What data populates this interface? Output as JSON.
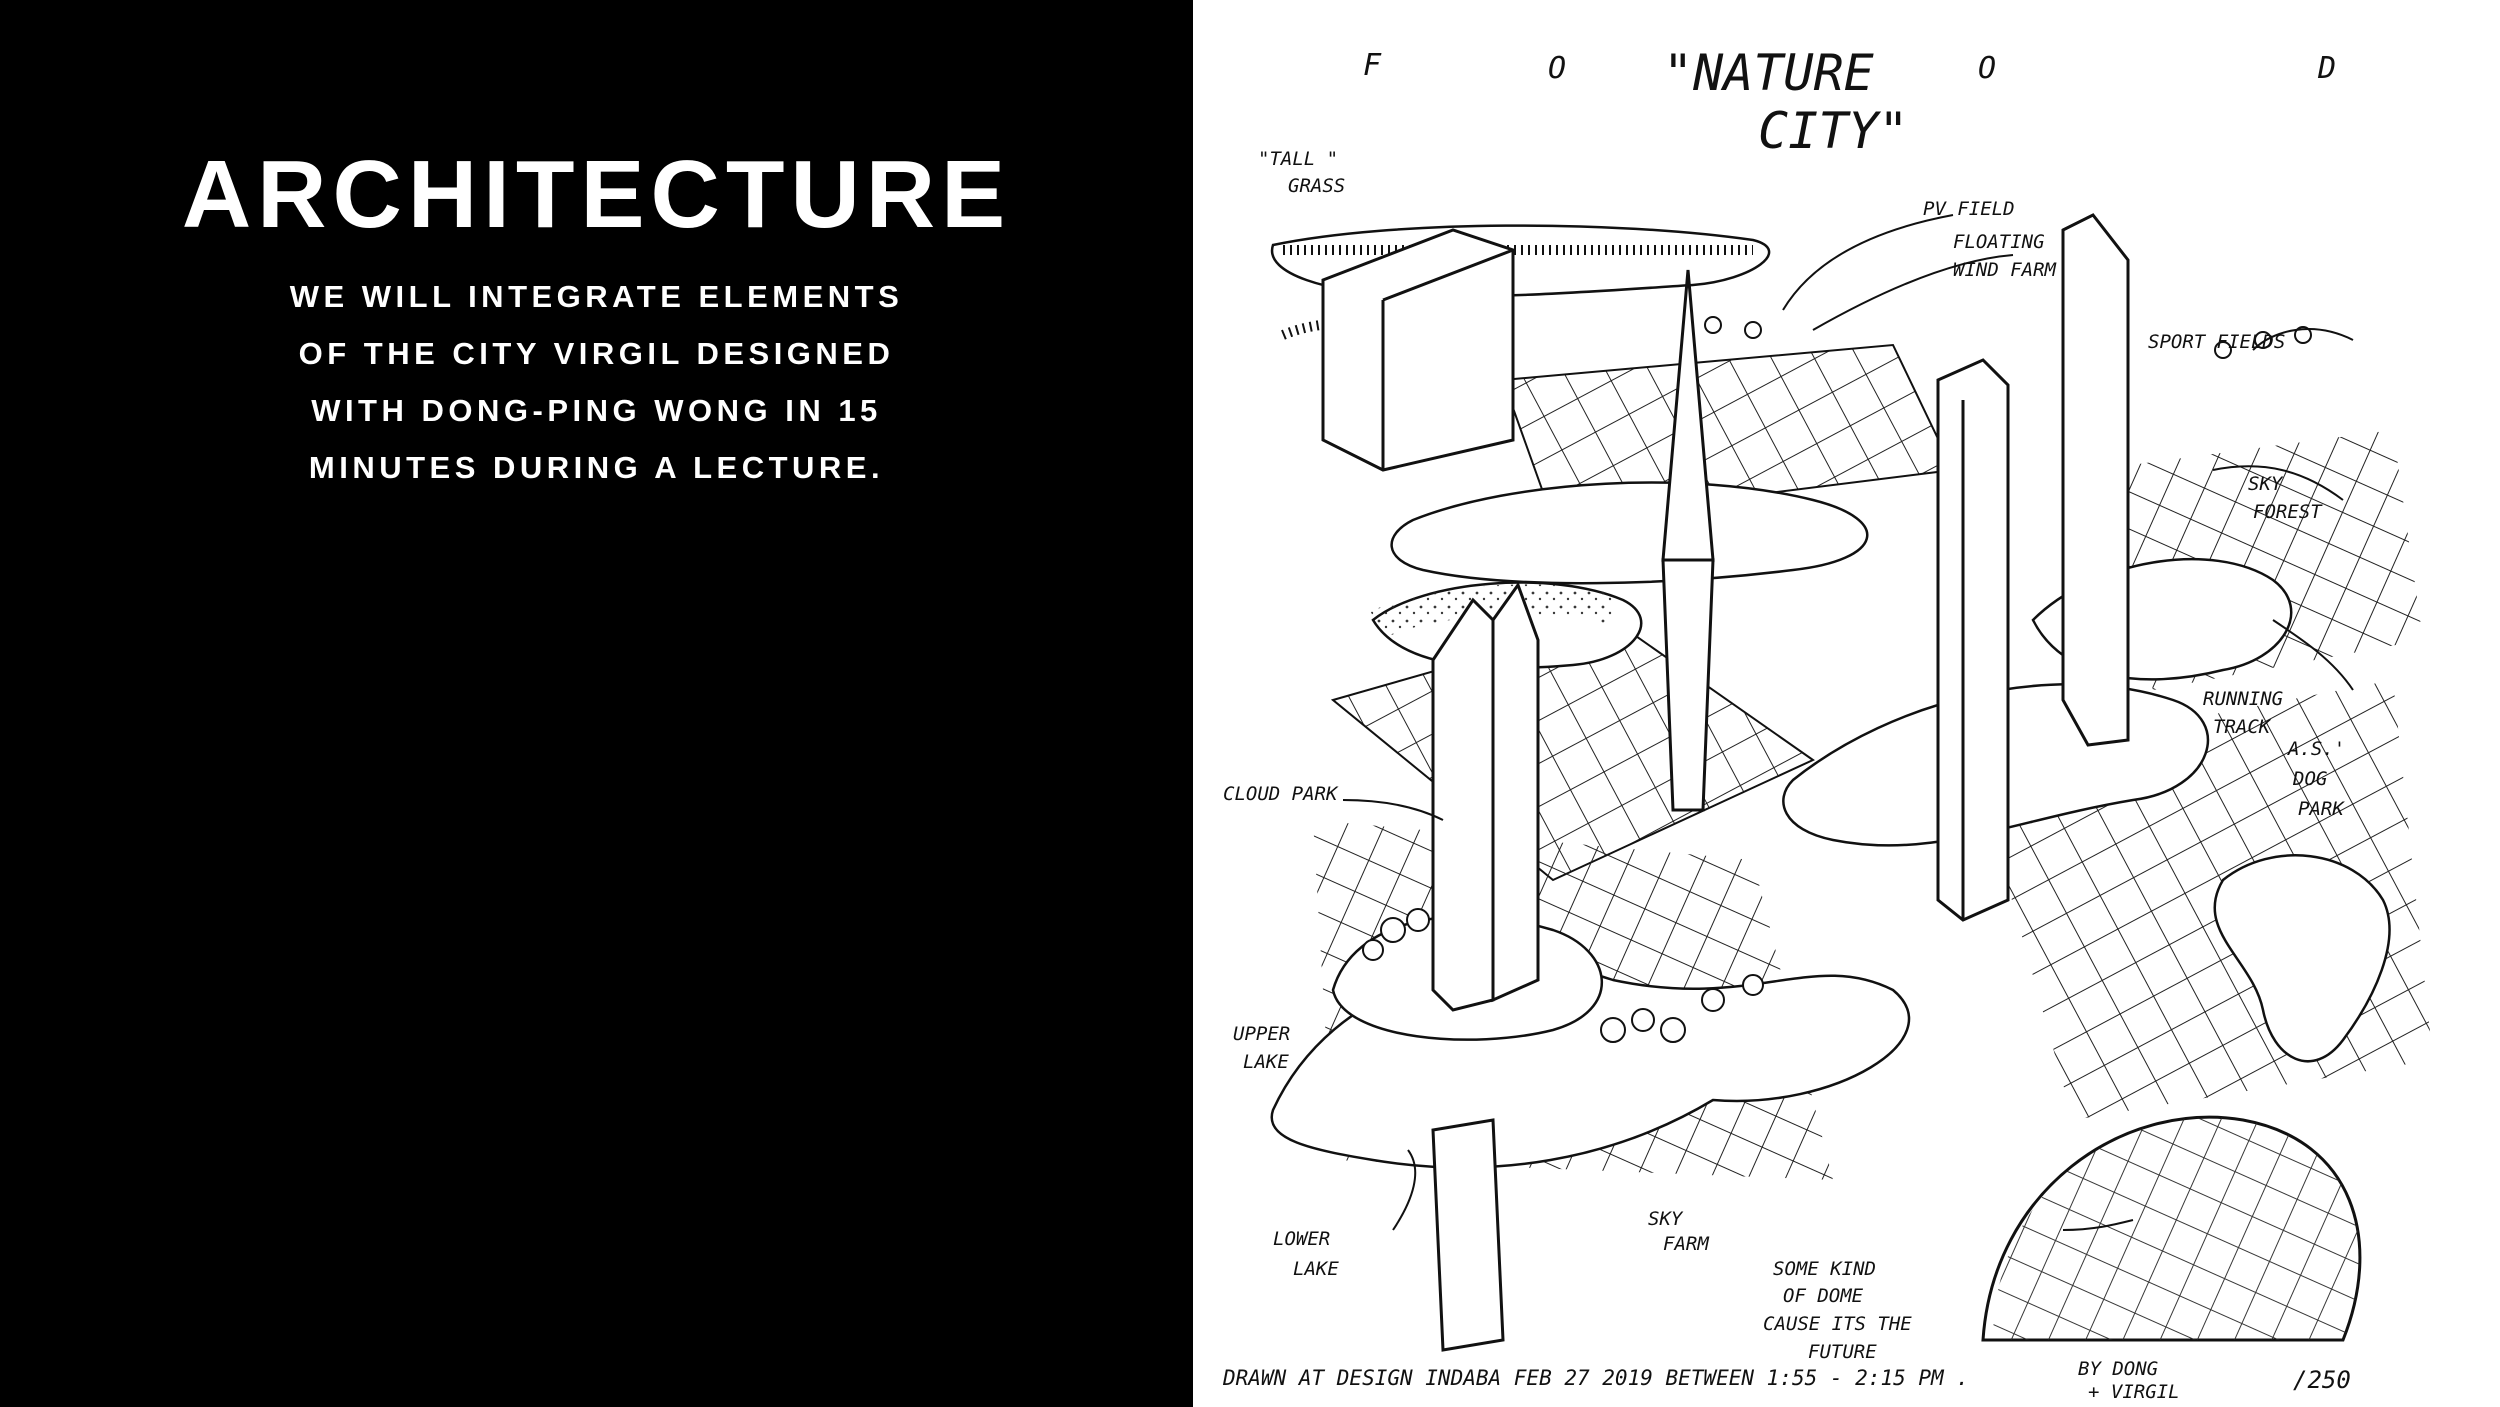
{
  "slide": {
    "title": "ARCHITECTURE",
    "description_lines": [
      "WE WILL INTEGRATE ELEMENTS",
      "OF THE CITY VIRGIL DESIGNED",
      "WITH DONG-PING WONG IN 15",
      "MINUTES DURING A LECTURE."
    ]
  },
  "drawing": {
    "header_letters": [
      "F",
      "O",
      "O",
      "D"
    ],
    "title_line1": "\"NATURE",
    "title_line2": "CITY\"",
    "labels": {
      "tall_grass_1": "\"TALL \"",
      "tall_grass_2": "GRASS",
      "pv_field": "PV FIELD",
      "floating_1": "FLOATING",
      "floating_2": "WIND FARM",
      "sport_fields": "SPORT FIELDS",
      "sky_forest_1": "SKY",
      "sky_forest_2": "FOREST",
      "running_1": "RUNNING",
      "running_2": "TRACK",
      "dog_1": "A.S.'",
      "dog_2": "DOG",
      "dog_3": "PARK",
      "cloud_park": "CLOUD PARK",
      "upper_lake_1": "UPPER",
      "upper_lake_2": "LAKE",
      "lower_lake_1": "LOWER",
      "lower_lake_2": "LAKE",
      "sky_farm_1": "SKY",
      "sky_farm_2": "FARM",
      "dome_1": "SOME KIND",
      "dome_2": "OF DOME",
      "dome_3": "CAUSE ITS THE",
      "dome_4": "FUTURE"
    },
    "footer": "DRAWN AT DESIGN INDABA  FEB 27 2019  BETWEEN  1:55 - 2:15 PM .",
    "byline_1": "BY DONG",
    "byline_2": "+ VIRGIL",
    "edition": "/250"
  }
}
